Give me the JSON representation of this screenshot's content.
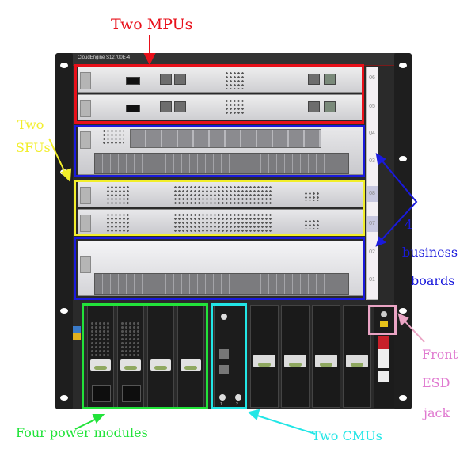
{
  "chassis": {
    "model": "CloudEngine S12700E-4",
    "slot_numbers": [
      "06",
      "05",
      "04",
      "03",
      "08",
      "07",
      "02",
      "01"
    ],
    "cmu_port_labels": [
      "1",
      "2"
    ]
  },
  "annotations": {
    "mpu": {
      "label": "Two MPUs",
      "color": "#e8101a"
    },
    "sfu": {
      "label_line1": "Two",
      "label_line2": "SFUs",
      "color": "#f2ee2a"
    },
    "business": {
      "label_line1": "4",
      "label_line2": "business",
      "label_line3": "boards",
      "color": "#1a1adc"
    },
    "power": {
      "label": "Four power modules",
      "color": "#22e33a"
    },
    "cmu": {
      "label": "Two CMUs",
      "color": "#22e6e6"
    },
    "esd": {
      "label_line1": "Front",
      "label_line2": "ESD",
      "label_line3": "jack",
      "color": "#e07ad0",
      "box_color": "#eaa4c4"
    }
  }
}
